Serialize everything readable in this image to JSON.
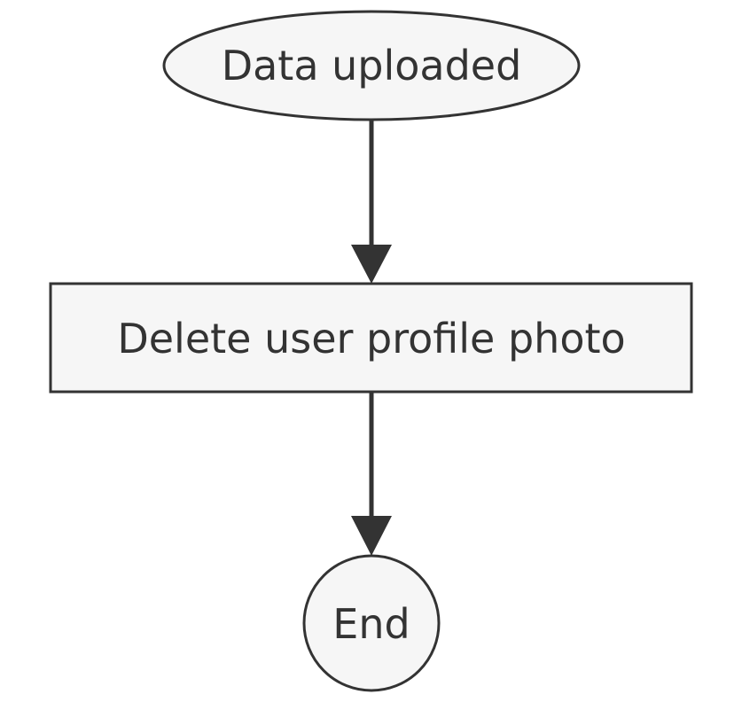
{
  "diagram": {
    "type": "flowchart",
    "colors": {
      "node_fill": "#f6f6f6",
      "stroke": "#333333",
      "text": "#333333",
      "background": "#ffffff"
    },
    "nodes": [
      {
        "id": "start",
        "shape": "ellipse",
        "label": "Data uploaded"
      },
      {
        "id": "process",
        "shape": "rectangle",
        "label": "Delete user profile photo"
      },
      {
        "id": "end",
        "shape": "circle",
        "label": "End"
      }
    ],
    "edges": [
      {
        "from": "start",
        "to": "process"
      },
      {
        "from": "process",
        "to": "end"
      }
    ]
  }
}
